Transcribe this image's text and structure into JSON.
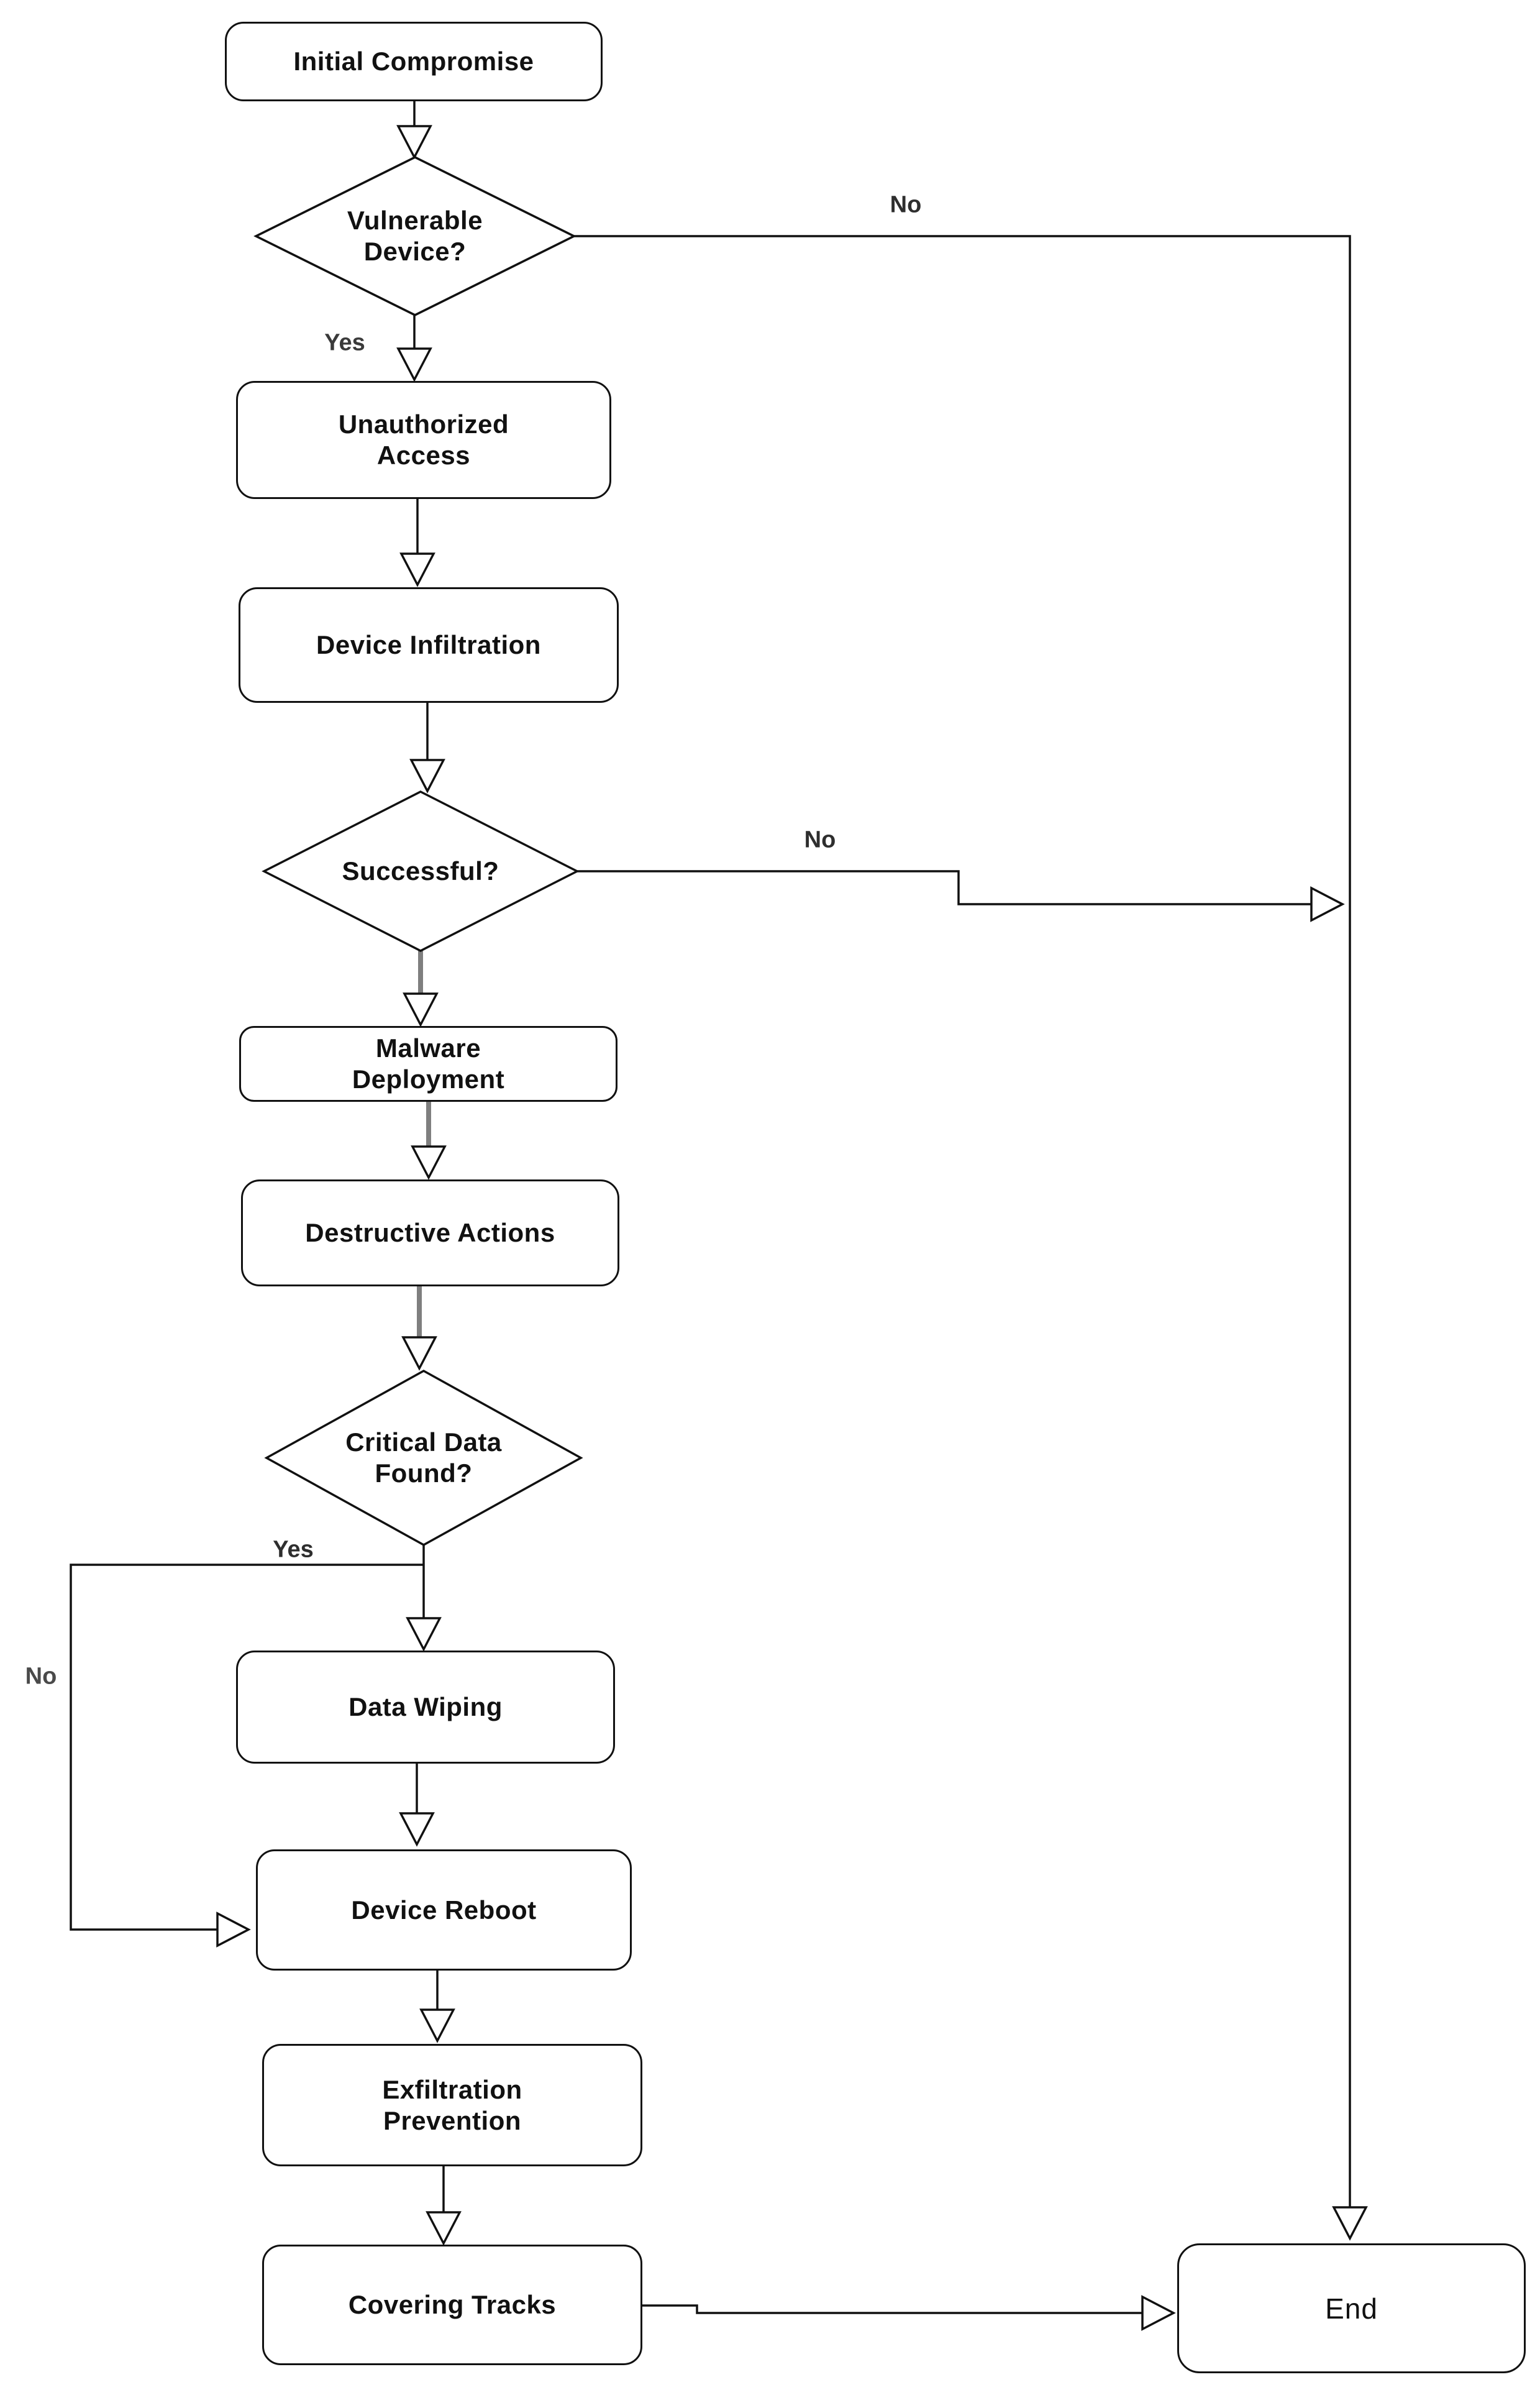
{
  "diagram": {
    "background_color": "#ffffff",
    "stroke_color": "#111111",
    "gray_connector_color": "#7f7f7f",
    "nodes": {
      "initial_compromise": {
        "label": "Initial Compromise",
        "type": "process"
      },
      "vulnerable_device": {
        "label": "Vulnerable\nDevice?",
        "type": "decision"
      },
      "unauthorized_access": {
        "label": "Unauthorized\nAccess",
        "type": "process"
      },
      "device_infiltration": {
        "label": "Device Infiltration",
        "type": "process"
      },
      "successful": {
        "label": "Successful?",
        "type": "decision"
      },
      "malware_deployment": {
        "label": "Malware\nDeployment",
        "type": "process"
      },
      "destructive_actions": {
        "label": "Destructive Actions",
        "type": "process"
      },
      "critical_data_found": {
        "label": "Critical Data\nFound?",
        "type": "decision"
      },
      "data_wiping": {
        "label": "Data Wiping",
        "type": "process"
      },
      "device_reboot": {
        "label": "Device Reboot",
        "type": "process"
      },
      "exfiltration_prevention": {
        "label": "Exfiltration\nPrevention",
        "type": "process"
      },
      "covering_tracks": {
        "label": "Covering Tracks",
        "type": "process"
      },
      "end": {
        "label": "End",
        "type": "terminator"
      }
    },
    "edge_labels": {
      "vulnerable_device_no": "No",
      "vulnerable_device_yes": "Yes",
      "successful_no": "No",
      "critical_data_yes": "Yes",
      "critical_data_no": "No"
    }
  }
}
